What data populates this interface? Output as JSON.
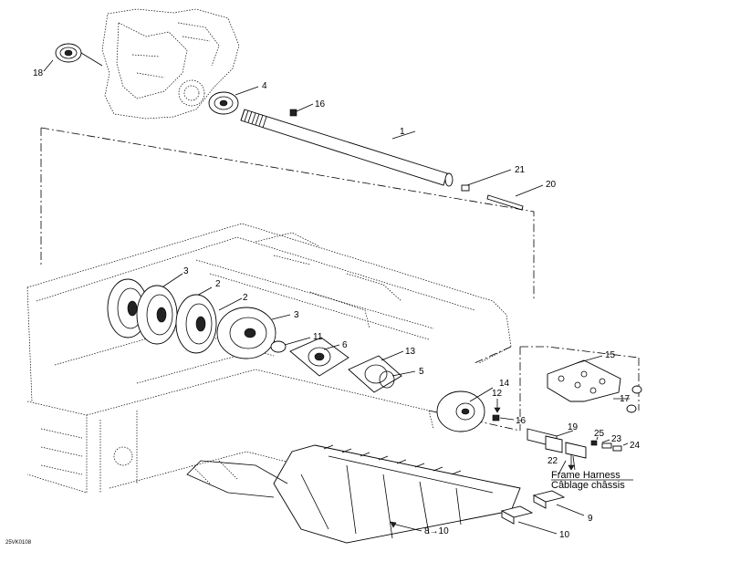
{
  "figure_code": "25VK0108",
  "callouts": {
    "c1": "1",
    "c2a": "2",
    "c2b": "2",
    "c3a": "3",
    "c3b": "3",
    "c4": "4",
    "c5": "5",
    "c6": "6",
    "c8_10": "8→10",
    "c9": "9",
    "c10": "10",
    "c11": "11",
    "c12": "12",
    "c13": "13",
    "c14": "14",
    "c15": "15",
    "c16a": "16",
    "c16b": "16",
    "c17": "17",
    "c18": "18",
    "c19": "19",
    "c20": "20",
    "c21": "21",
    "c22": "22",
    "c23": "23",
    "c24": "24",
    "c25": "25"
  },
  "harness_note": {
    "line1": "Frame Harness",
    "line2": "Câblage châssis"
  }
}
